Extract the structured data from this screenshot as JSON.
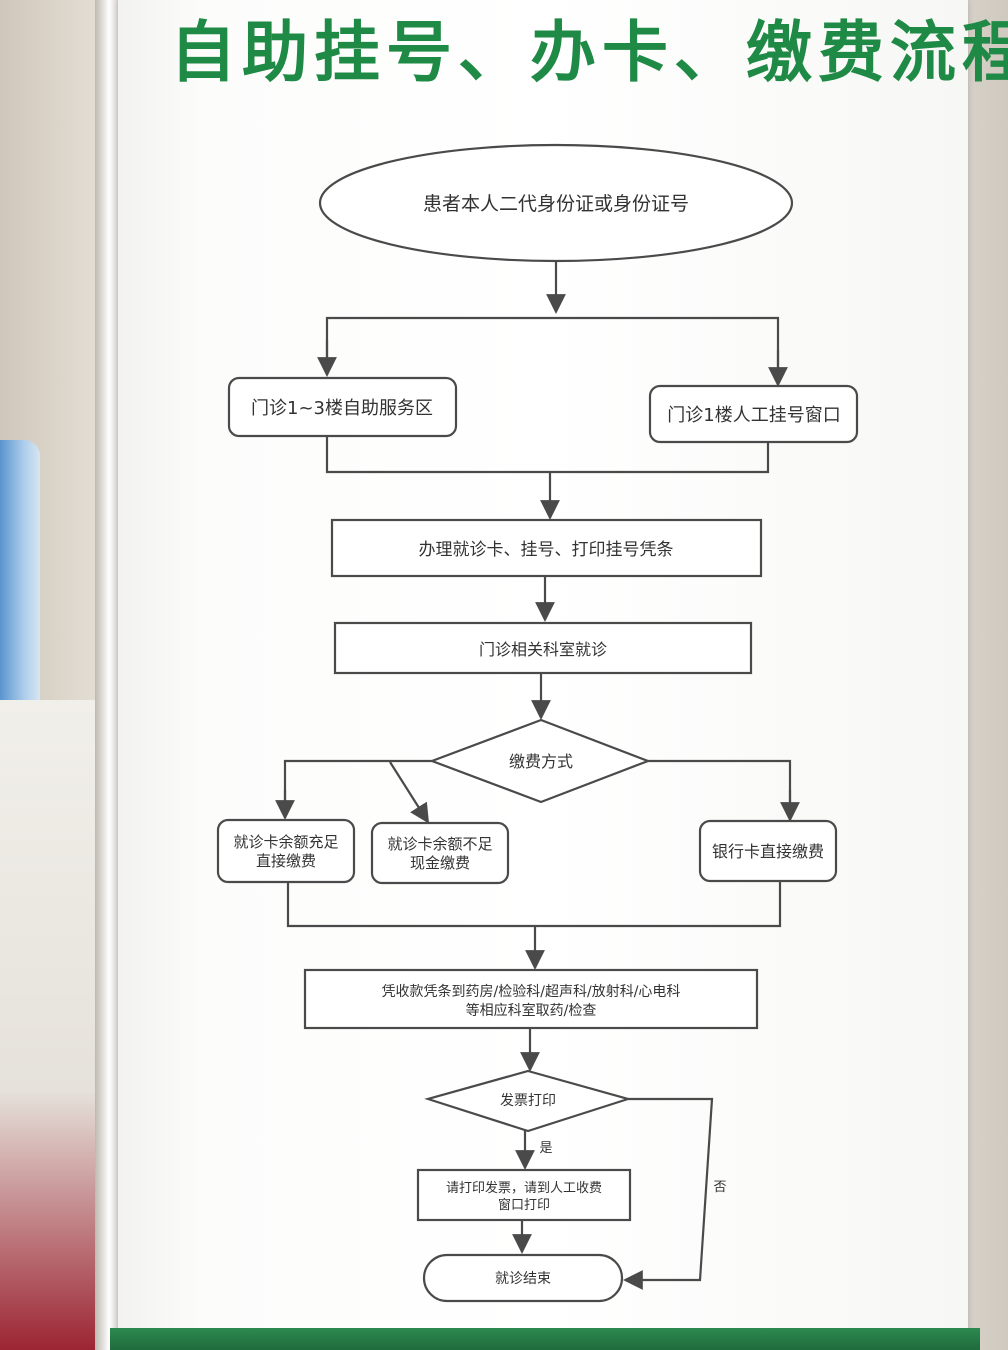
{
  "title": "自助挂号、办卡、缴费流程",
  "nodes": {
    "start": "患者本人二代身份证或身份证号",
    "self_service": "门诊1~3楼自助服务区",
    "manual_window": "门诊1楼人工挂号窗口",
    "register": "办理就诊卡、挂号、打印挂号凭条",
    "visit": "门诊相关科室就诊",
    "payment_method": "缴费方式",
    "card_enough": [
      "就诊卡余额充足",
      "直接缴费"
    ],
    "card_insufficient": [
      "就诊卡余额不足",
      "现金缴费"
    ],
    "bank_card": "银行卡直接缴费",
    "go_department": [
      "凭收款凭条到药房/检验科/超声科/放射科/心电科",
      "等相应科室取药/检查"
    ],
    "invoice_print": "发票打印",
    "go_manual_print": [
      "请打印发票，请到人工收费",
      "窗口打印"
    ],
    "end": "就诊结束"
  },
  "edge_labels": {
    "yes": "是",
    "no": "否"
  },
  "colors": {
    "title": "#1f8a45",
    "line": "#4a4a4a",
    "text": "#333333"
  }
}
